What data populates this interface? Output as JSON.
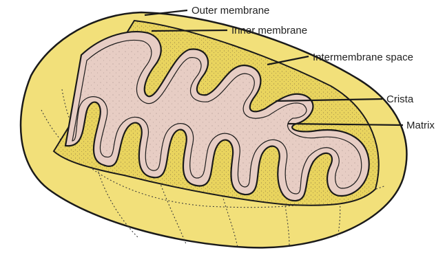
{
  "labels": {
    "outer_membrane": "Outer membrane",
    "inner_membrane": "Inner membrane",
    "intermembrane_space": "Intermembrane space",
    "crista": "Crista",
    "matrix": "Matrix"
  },
  "colors": {
    "outer_fill": "#f2e07a",
    "membrane_yellow": "#e9d45e",
    "matrix_fill": "#e7cdc4",
    "outline": "#1a1a1a",
    "background": "#ffffff"
  }
}
